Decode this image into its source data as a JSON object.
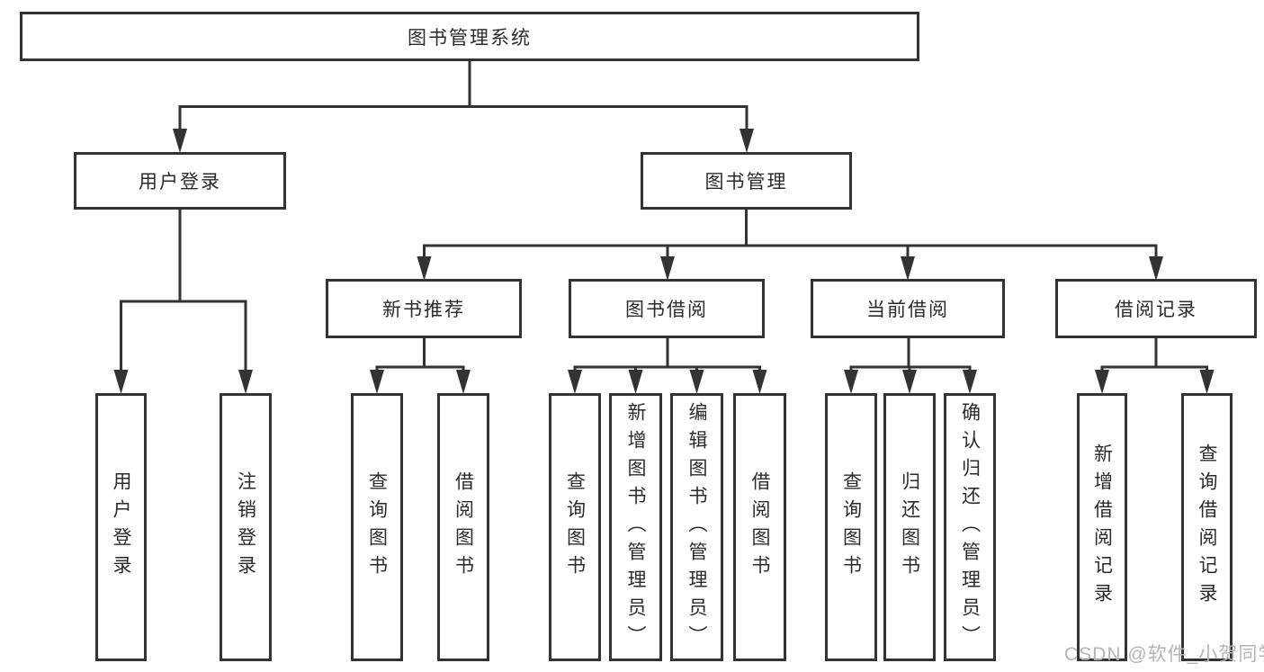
{
  "diagram": {
    "root": {
      "label": "图书管理系统"
    },
    "level2": {
      "user_login": {
        "label": "用户登录"
      },
      "book_mgmt": {
        "label": "图书管理"
      }
    },
    "user_login_children": [
      {
        "label": "用户登录"
      },
      {
        "label": "注销登录"
      }
    ],
    "groups": [
      {
        "label": "新书推荐",
        "children": [
          {
            "label": "查询图书"
          },
          {
            "label": "借阅图书"
          }
        ]
      },
      {
        "label": "图书借阅",
        "children": [
          {
            "label": "查询图书"
          },
          {
            "label": "新增图书（管理员）"
          },
          {
            "label": "编辑图书（管理员）"
          },
          {
            "label": "借阅图书"
          }
        ]
      },
      {
        "label": "当前借阅",
        "children": [
          {
            "label": "查询图书"
          },
          {
            "label": "归还图书"
          },
          {
            "label": "确认归还（管理员）"
          }
        ]
      },
      {
        "label": "借阅记录",
        "children": [
          {
            "label": "新增借阅记录"
          },
          {
            "label": "查询借阅记录"
          }
        ]
      }
    ],
    "watermark": "CSDN @软件_小贺同学",
    "colors": {
      "line": "#333333",
      "box_fill": "#ffffff",
      "text": "#2b2b2b",
      "watermark": "#b5b5b5"
    }
  }
}
